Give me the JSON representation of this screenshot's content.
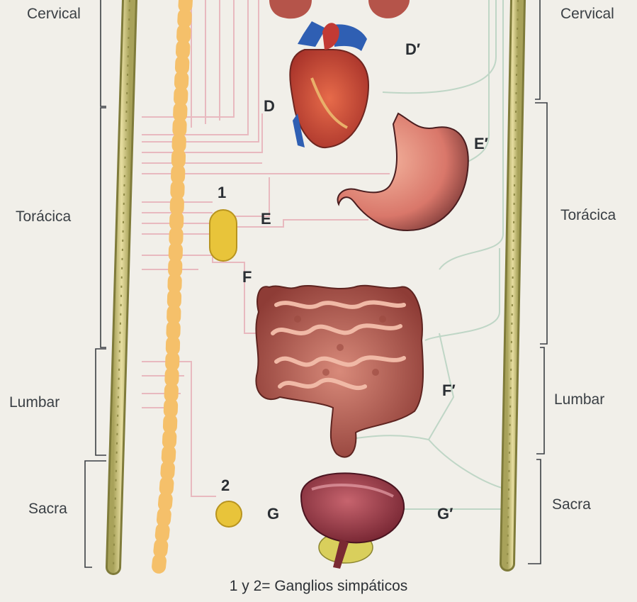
{
  "regions_left": {
    "cervical": "Cervical",
    "toracica": "Torácica",
    "lumbar": "Lumbar",
    "sacra": "Sacra"
  },
  "regions_right": {
    "cervical": "Cervical",
    "toracica": "Torácica",
    "lumbar": "Lumbar",
    "sacra": "Sacra"
  },
  "sympathetic_labels": {
    "d": "D",
    "e": "E",
    "f": "F",
    "g": "G"
  },
  "parasympathetic_labels": {
    "d": "D′",
    "e": "E′",
    "f": "F′",
    "g": "G′"
  },
  "ganglia": {
    "g1": "1",
    "g2": "2"
  },
  "caption": "1 y 2= Ganglios simpáticos",
  "organs": [
    "heart",
    "stomach",
    "intestine",
    "bladder"
  ],
  "colors": {
    "sympathetic_nerve": "#e8b9bf",
    "parasympathetic_nerve": "#bfd6c6",
    "ganglion": "#e8c43a",
    "chain": "#f0a940",
    "cord": "#d7cf8a"
  }
}
